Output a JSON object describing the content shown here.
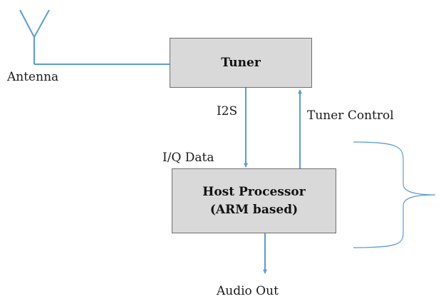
{
  "diagram": {
    "blocks": {
      "tuner": {
        "label": "Tuner"
      },
      "host": {
        "line1": "Host Processor",
        "line2": "(ARM based)"
      }
    },
    "labels": {
      "antenna": "Antenna",
      "i2s": "I2S",
      "iq_data": "I/Q Data",
      "tuner_control": "Tuner Control",
      "audio_out": "Audio Out"
    },
    "colors": {
      "box_fill": "#d9d9d9",
      "box_border": "#6f6f6f",
      "connector": "#5b9bd5"
    }
  }
}
